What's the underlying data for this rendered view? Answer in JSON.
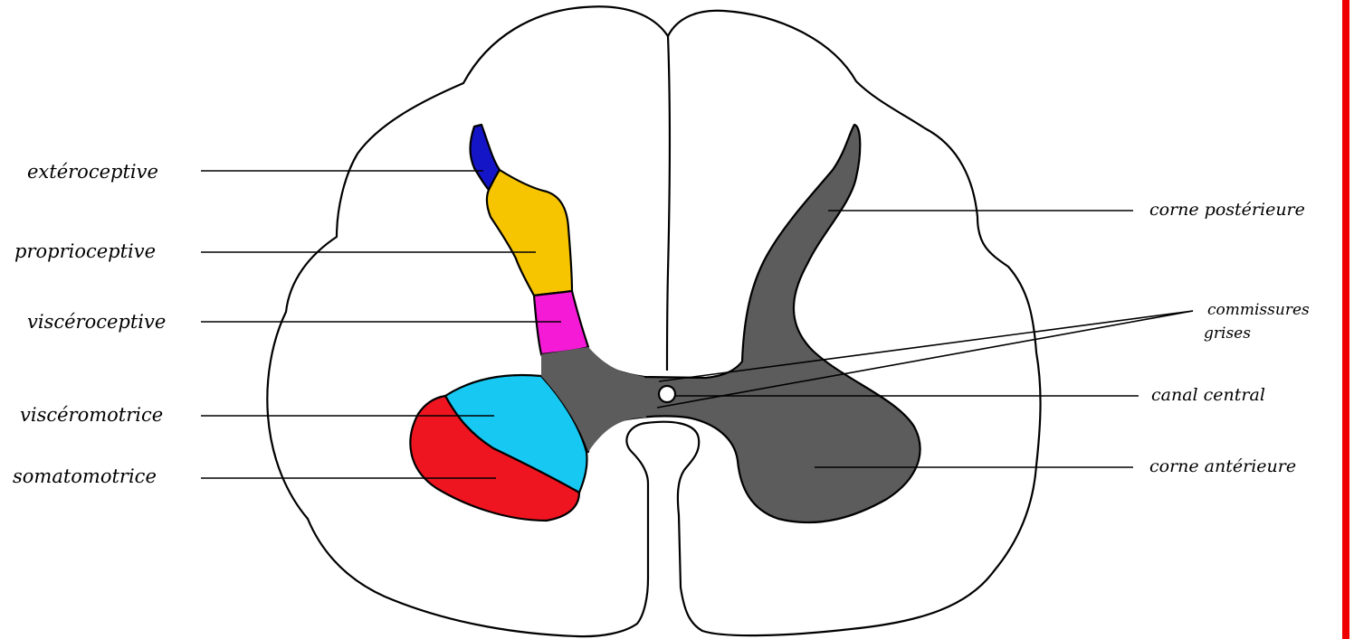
{
  "colors": {
    "background": "#ffffff",
    "outline": "#000000",
    "white_matter": "#ffffff",
    "grey_matter": "#5c5c5c",
    "exteroceptive": "#1515c8",
    "proprioceptive": "#f7c500",
    "visceroceptive": "#f51ad6",
    "visceromotrice": "#16c8f2",
    "somatomotrice": "#ee1520",
    "right_border": "#ee0000"
  },
  "labels_left": {
    "exteroceptive": "extéroceptive",
    "proprioceptive": "proprioceptive",
    "visceroceptive": "viscéroceptive",
    "visceromotrice": "viscéromotrice",
    "somatomotrice": "somatomotrice"
  },
  "labels_right": {
    "corne_posterieure": "corne postérieure",
    "commissures_line1": "commissures",
    "commissures_line2": "grises",
    "canal_central": "canal central",
    "corne_anterieure": "corne antérieure"
  }
}
